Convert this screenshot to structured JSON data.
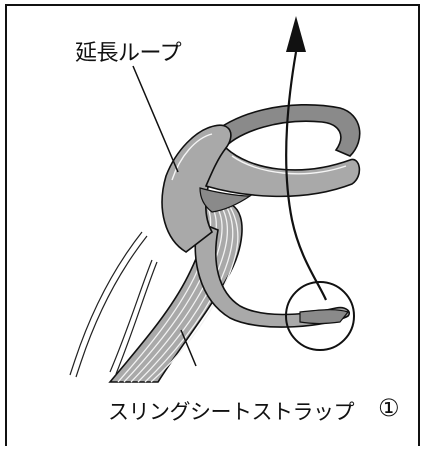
{
  "labels": {
    "extension_loop": "延長ループ",
    "sling_strap": "スリングシートストラップ",
    "step_number": "①"
  },
  "colors": {
    "strap_fill": "#a9a9a9",
    "strap_inner": "#8a8a8a",
    "outline": "#111111"
  },
  "icons": {
    "direction_arrow": "arrow-up-icon",
    "detail_circle": "magnify-circle-icon"
  }
}
